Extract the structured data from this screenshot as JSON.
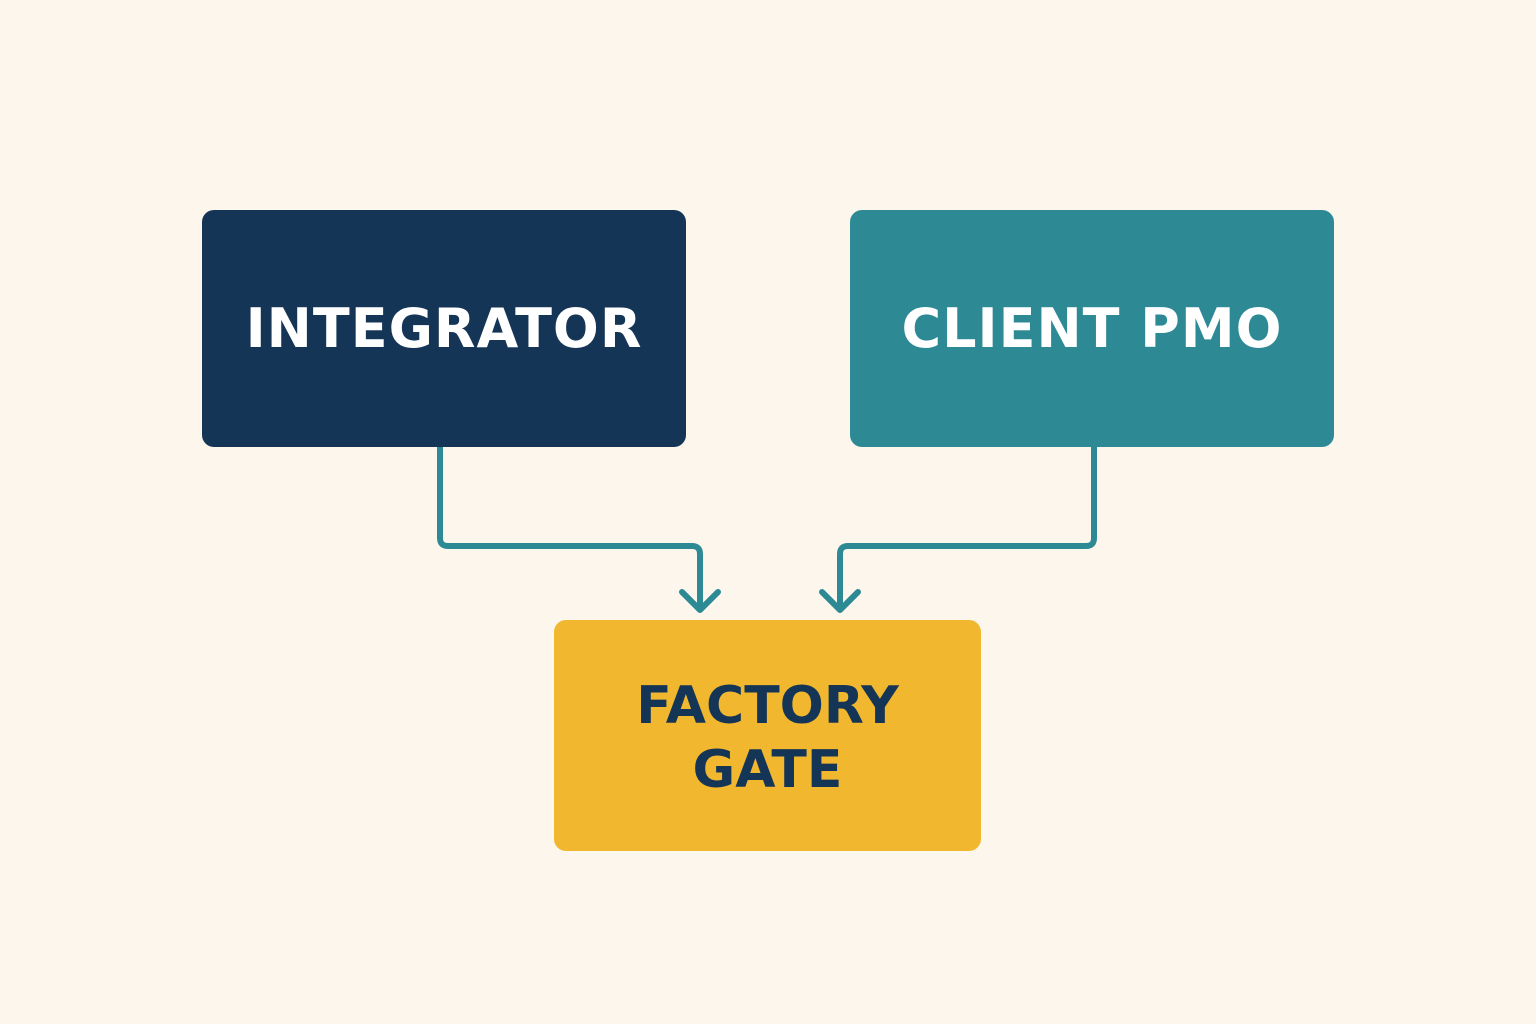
{
  "nodes": {
    "integrator": {
      "label": "INTEGRATOR"
    },
    "client_pmo": {
      "label": "CLIENT PMO"
    },
    "factory_gate": {
      "line1": "FACTORY",
      "line2": "GATE"
    }
  },
  "edges": [
    {
      "from": "INTEGRATOR",
      "to": "FACTORY GATE"
    },
    {
      "from": "CLIENT PMO",
      "to": "FACTORY GATE"
    }
  ],
  "colors": {
    "background": "#fcf6ec",
    "integrator_fill": "#143556",
    "client_pmo_fill": "#2d8a94",
    "factory_gate_fill": "#f1b72e",
    "connector": "#2d8a94",
    "label_light": "#ffffff",
    "label_dark": "#143556"
  }
}
